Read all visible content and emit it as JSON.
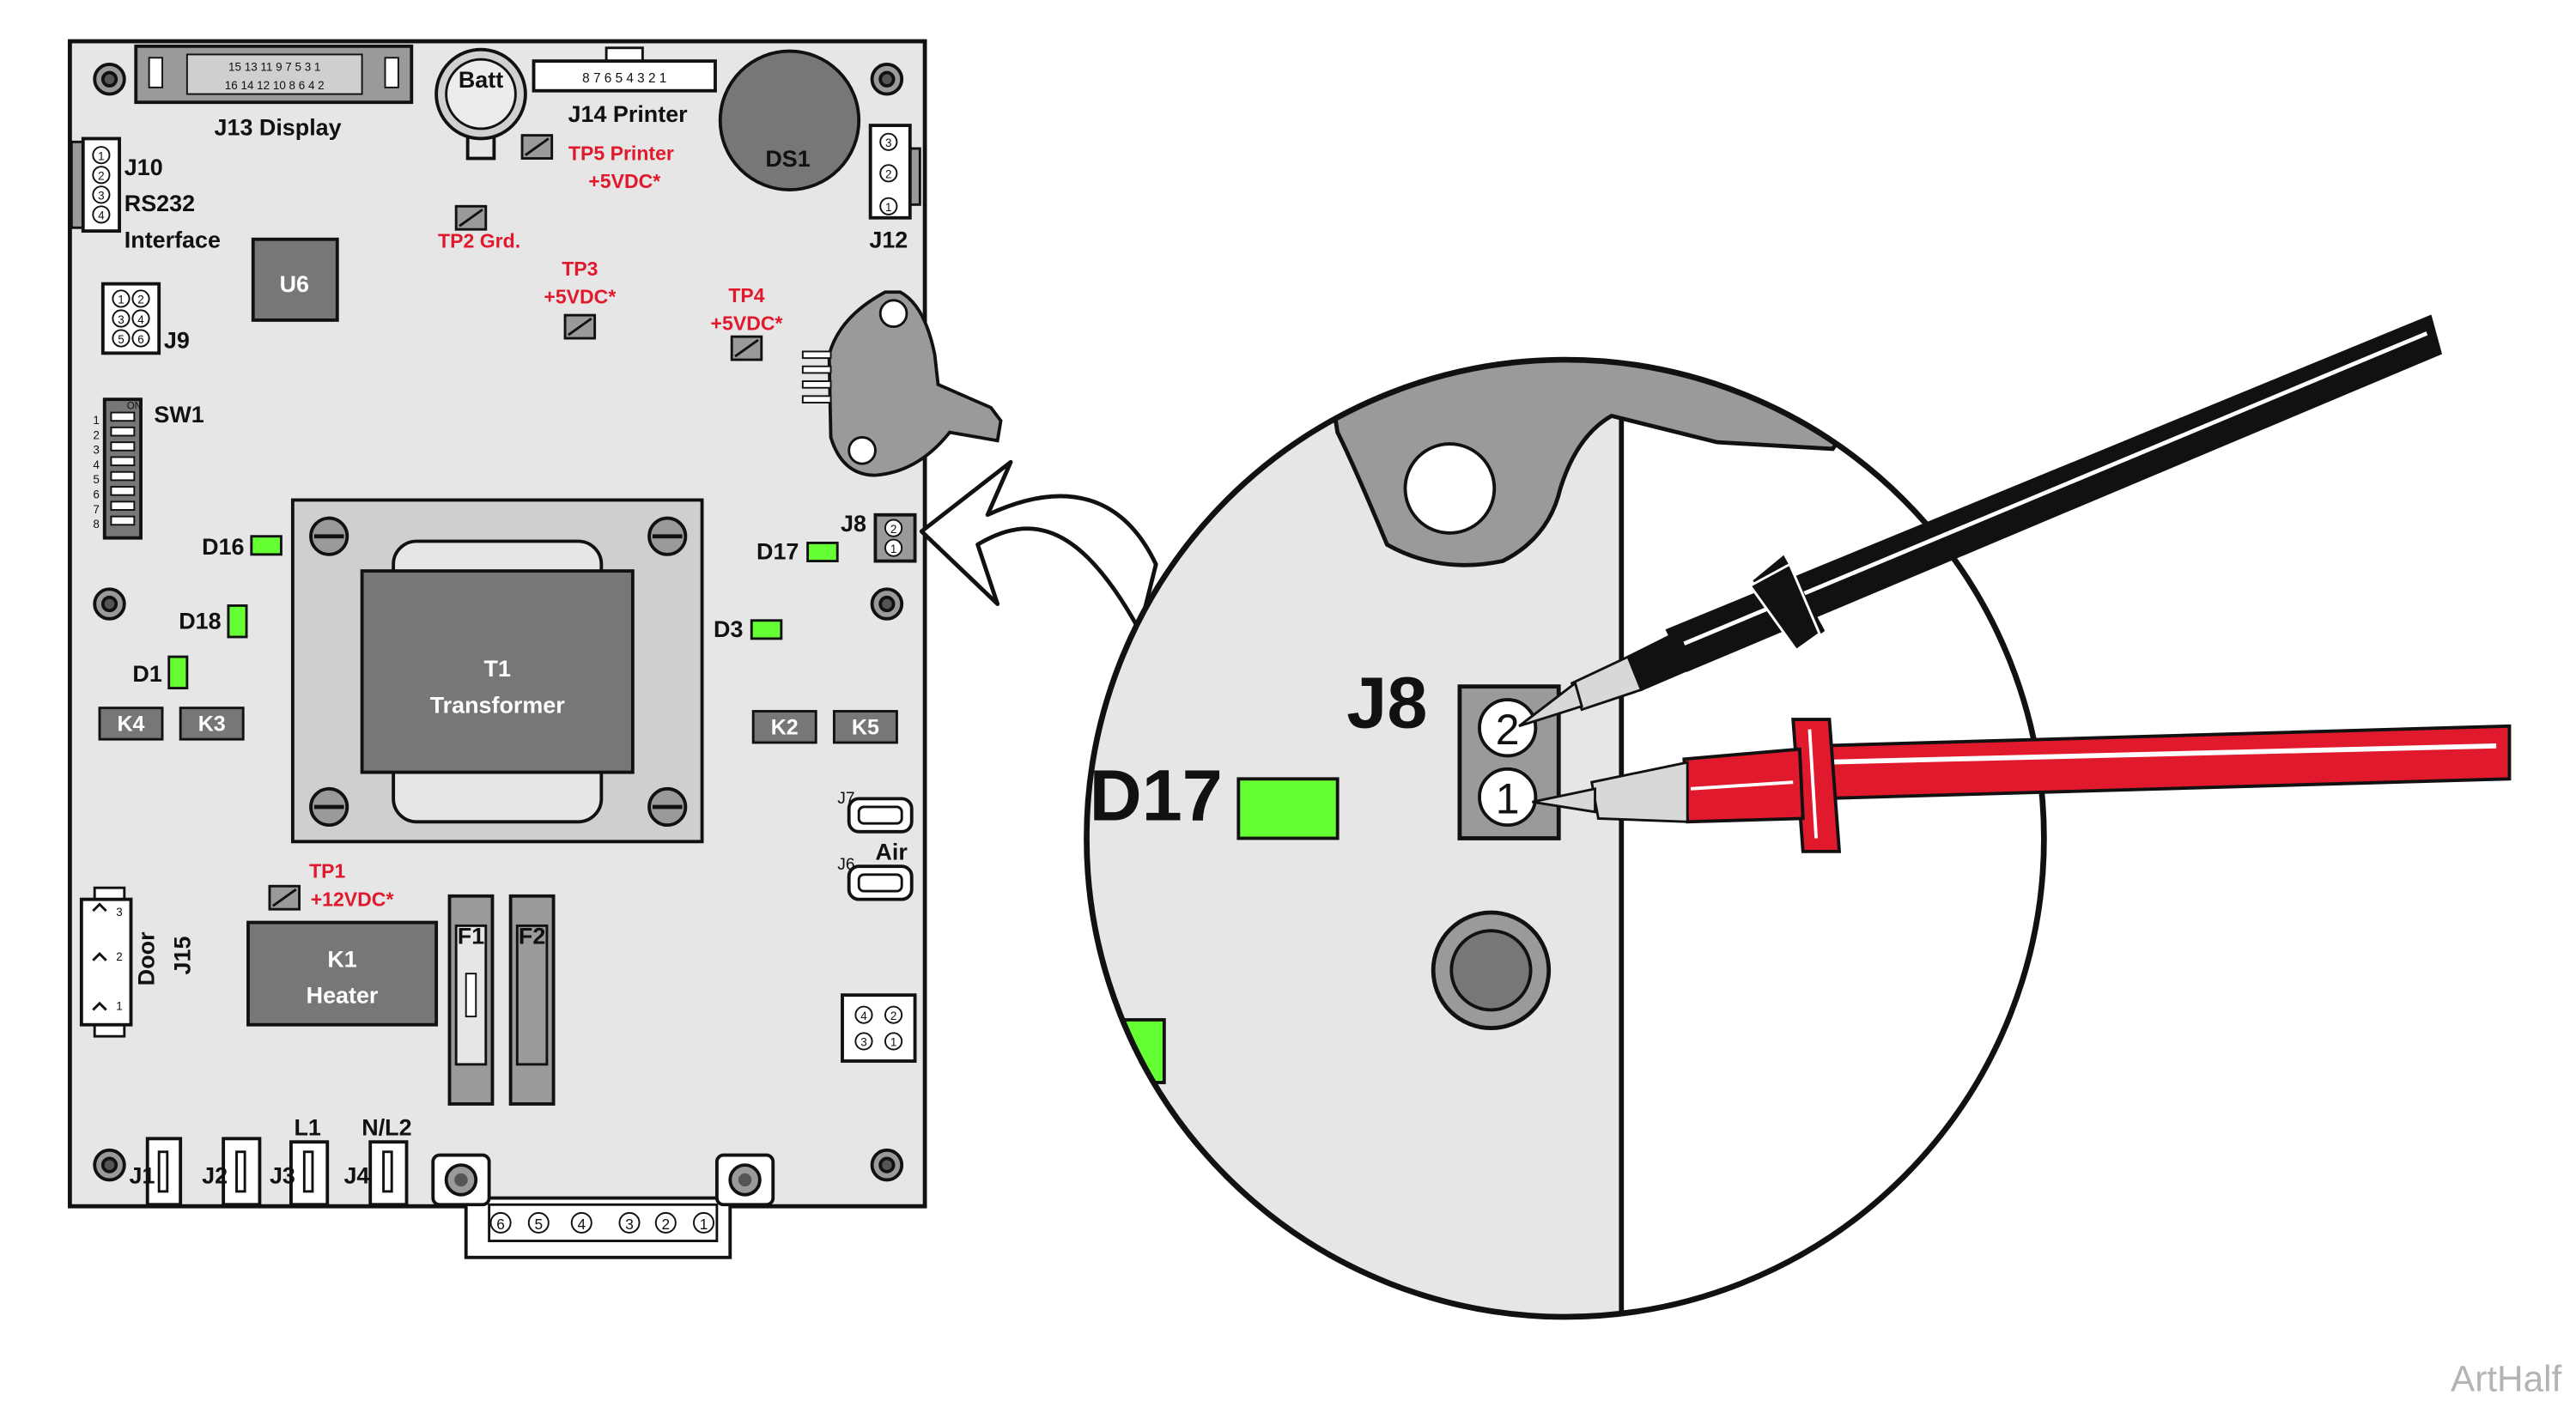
{
  "board": {
    "connectors": {
      "j13": "J13 Display",
      "j14": "J14 Printer",
      "j10": "J10",
      "rs232": "RS232",
      "interface": "Interface",
      "j9": "J9",
      "j12": "J12",
      "j8": "J8",
      "j7": "J7",
      "j6": "J6",
      "air": "Air",
      "j15": "J15",
      "door": "Door",
      "j1": "J1",
      "j2": "J2",
      "j3": "J3",
      "j4": "J4",
      "l1": "L1",
      "nl2": "N/L2"
    },
    "components": {
      "batt": "Batt",
      "ds1": "DS1",
      "u6": "U6",
      "sw1": "SW1",
      "t1": "T1",
      "transformer": "Transformer",
      "k1": "K1",
      "heater": "Heater",
      "f1": "F1",
      "f2": "F2",
      "k2": "K2",
      "k3": "K3",
      "k4": "K4",
      "k5": "K5"
    },
    "leds": {
      "d16": "D16",
      "d17": "D17",
      "d18": "D18",
      "d1": "D1",
      "d3": "D3"
    },
    "test_points": {
      "tp5_name": "TP5 Printer",
      "tp5_volt": "+5VDC*",
      "tp2": "TP2 Grd.",
      "tp3_name": "TP3",
      "tp3_volt": "+5VDC*",
      "tp4_name": "TP4",
      "tp4_volt": "+5VDC*",
      "tp1_name": "TP1",
      "tp1_volt": "+12VDC*"
    },
    "pins": {
      "j13_top": "15 13 11 9 7 5 3 1",
      "j13_bottom": "16 14 12 10 8 6 4 2",
      "j14": "8 7 6 5 4 3 2 1",
      "j10": [
        "1",
        "2",
        "3",
        "4"
      ],
      "j9": [
        "1",
        "2",
        "3",
        "4",
        "5",
        "6"
      ],
      "j12": [
        "3",
        "2",
        "1"
      ],
      "j8": [
        "2",
        "1"
      ],
      "j15": [
        "3",
        "2",
        "1"
      ],
      "sw1": [
        "1",
        "2",
        "3",
        "4",
        "5",
        "6",
        "7",
        "8"
      ],
      "sw1_on": "ON",
      "bottom": [
        "6",
        "5",
        "4",
        "3",
        "2",
        "1"
      ],
      "quad": [
        "4",
        "2",
        "3",
        "1"
      ]
    }
  },
  "zoom": {
    "j8": "J8",
    "d17": "D17",
    "pin2": "2",
    "pin1": "1"
  },
  "colors": {
    "board": "#e6e6e6",
    "outline": "#111111",
    "chip": "#777777",
    "led": "#66ff33",
    "test_point_text": "#e0192d",
    "probe_black": "#111111",
    "probe_red": "#e0192d"
  },
  "watermark": "ArtHalf"
}
